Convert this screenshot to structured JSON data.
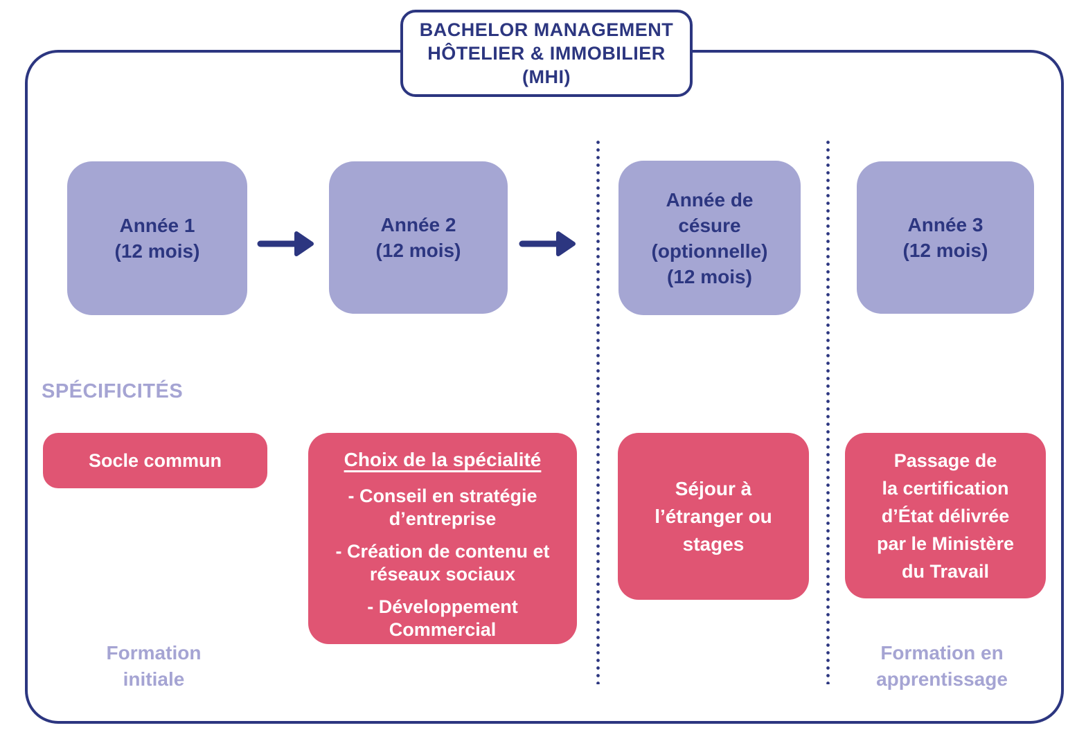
{
  "colors": {
    "navy": "#2c3680",
    "lavender_box": "#a5a6d3",
    "light_purple_text": "#a5a4d3",
    "pink_box": "#e05573",
    "white": "#ffffff"
  },
  "header": {
    "title": "BACHELOR MANAGEMENT\nHÔTELIER & IMMOBILIER\n(MHI)"
  },
  "timeline": {
    "year1": "Année 1\n(12 mois)",
    "year2": "Année 2\n(12 mois)",
    "gap_year": "Année de\ncésure\n(optionnelle)\n(12 mois)",
    "year3": "Année 3\n(12 mois)"
  },
  "specifics": {
    "section_label": "SPÉCIFICITÉS",
    "common_core": "Socle commun",
    "specialty": {
      "title": "Choix de la spécialité",
      "items": [
        "- Conseil en stratégie d’entreprise",
        "- Création de contenu et réseaux sociaux",
        "- Développement Commercial"
      ]
    },
    "gap_year_activity": "Séjour à\nl’étranger ou\nstages",
    "certification": "Passage de\nla certification\nd’État délivrée\npar le Ministère\ndu Travail"
  },
  "footer": {
    "left": "Formation\ninitiale",
    "right": "Formation en\napprentissage"
  }
}
